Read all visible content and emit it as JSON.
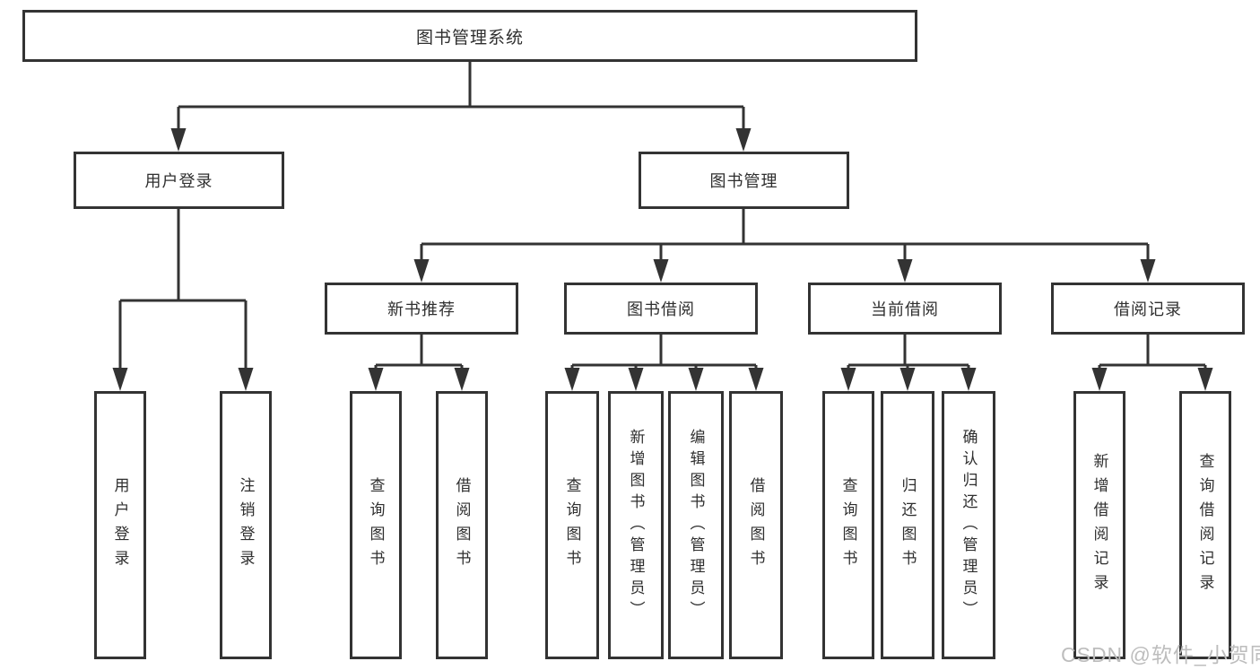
{
  "diagram_title": "图书管理系统",
  "tree": {
    "root": {
      "label": "图书管理系统"
    },
    "level2": [
      {
        "label": "用户登录",
        "children": [
          {
            "label": "用户登录"
          },
          {
            "label": "注销登录"
          }
        ]
      },
      {
        "label": "图书管理",
        "children": [
          {
            "label": "新书推荐",
            "children": [
              {
                "label": "查询图书"
              },
              {
                "label": "借阅图书"
              }
            ]
          },
          {
            "label": "图书借阅",
            "children": [
              {
                "label": "查询图书"
              },
              {
                "label": "新增图书（管理员）"
              },
              {
                "label": "编辑图书（管理员）"
              },
              {
                "label": "借阅图书"
              }
            ]
          },
          {
            "label": "当前借阅",
            "children": [
              {
                "label": "查询图书"
              },
              {
                "label": "归还图书"
              },
              {
                "label": "确认归还（管理员）"
              }
            ]
          },
          {
            "label": "借阅记录",
            "children": [
              {
                "label": "新增借阅记录"
              },
              {
                "label": "查询借阅记录"
              }
            ]
          }
        ]
      }
    ]
  },
  "watermark": "CSDN @软件_小贺同学",
  "colors": {
    "line": "#333333",
    "box_border": "#333333",
    "box_fill": "#ffffff",
    "text": "#2f2f2f",
    "watermark": "#bdbdbd",
    "background": "#ffffff"
  }
}
